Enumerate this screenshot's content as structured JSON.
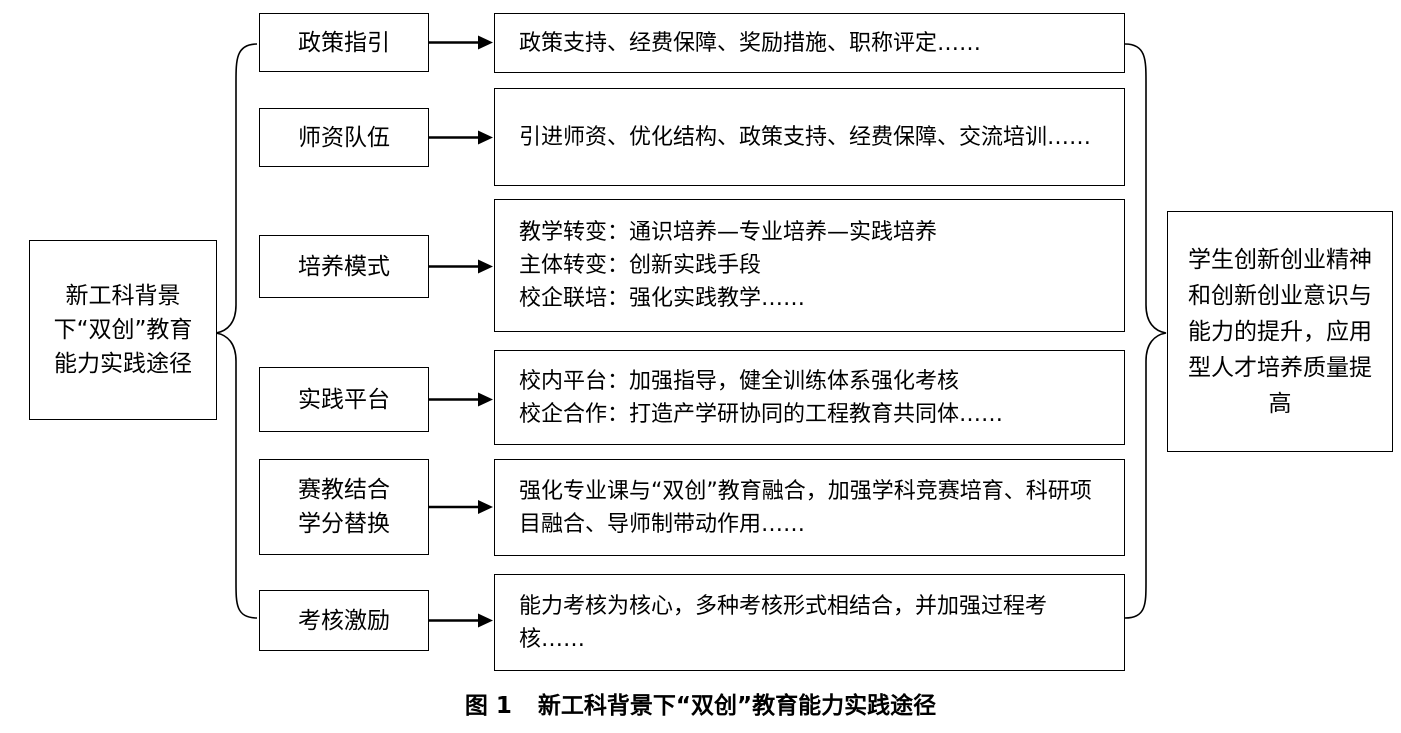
{
  "diagram": {
    "source": "新工科背景下“双创”教育能力实践途径",
    "outcome": "学生创新创业精神和创新创业意识与能力的提升，应用型人才培养质量提高",
    "pathways": [
      {
        "name": [
          "政策指引"
        ],
        "details": [
          "政策支持、经费保障、奖励措施、职称评定……"
        ]
      },
      {
        "name": [
          "师资队伍"
        ],
        "details": [
          "引进师资、优化结构、政策支持、经费保障、交流培训……"
        ]
      },
      {
        "name": [
          "培养模式"
        ],
        "details": [
          "教学转变：通识培养—专业培养—实践培养",
          "主体转变：创新实践手段",
          "校企联培：强化实践教学……"
        ]
      },
      {
        "name": [
          "实践平台"
        ],
        "details": [
          "校内平台：加强指导，健全训练体系强化考核",
          "校企合作：打造产学研协同的工程教育共同体……"
        ]
      },
      {
        "name": [
          "赛教结合",
          "学分替换"
        ],
        "details": [
          "强化专业课与“双创”教育融合，加强学科竞赛培育、科研项目融合、导师制带动作用……"
        ]
      },
      {
        "name": [
          "考核激励"
        ],
        "details": [
          "能力考核为核心，多种考核形式相结合，并加强过程考核……"
        ]
      }
    ]
  },
  "caption": {
    "figure_number": "图 1",
    "title": "新工科背景下“双创”教育能力实践途径"
  }
}
